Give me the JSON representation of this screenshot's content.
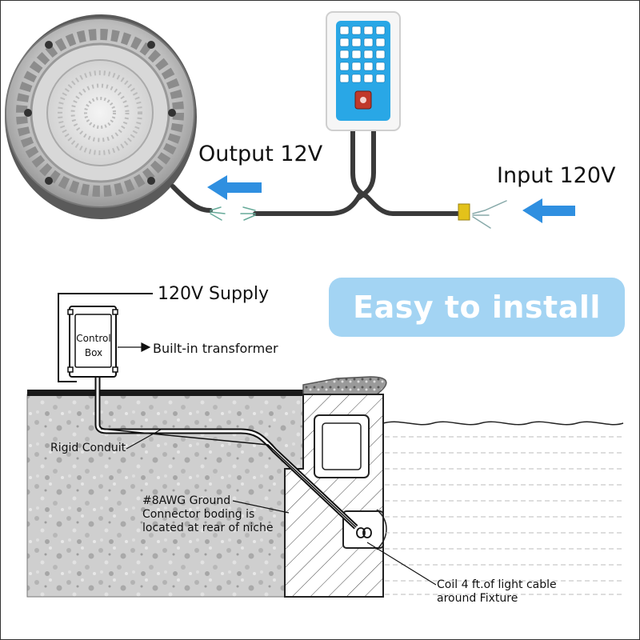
{
  "product": {
    "output_label": "Output 12V",
    "input_label": "Input 120V"
  },
  "install_diagram": {
    "badge": "Easy to install",
    "supply_label": "120V Supply",
    "control_box_label": "Control Box",
    "transformer_label": "Built-in transformer",
    "conduit_label": "Rigid Conduit",
    "ground_label": "#8AWG Ground Connector boding is located at rear of niche",
    "coil_label": "Coil 4 ft.of light cable around Fixture"
  },
  "colors": {
    "arrow": "#2f8fe0",
    "badge": "#a3d4f3",
    "remote_panel": "#29a7e6",
    "wire_connector": "#e3c21a"
  },
  "icons": {
    "arrow": "left-arrow-icon",
    "power": "power-button-icon"
  }
}
